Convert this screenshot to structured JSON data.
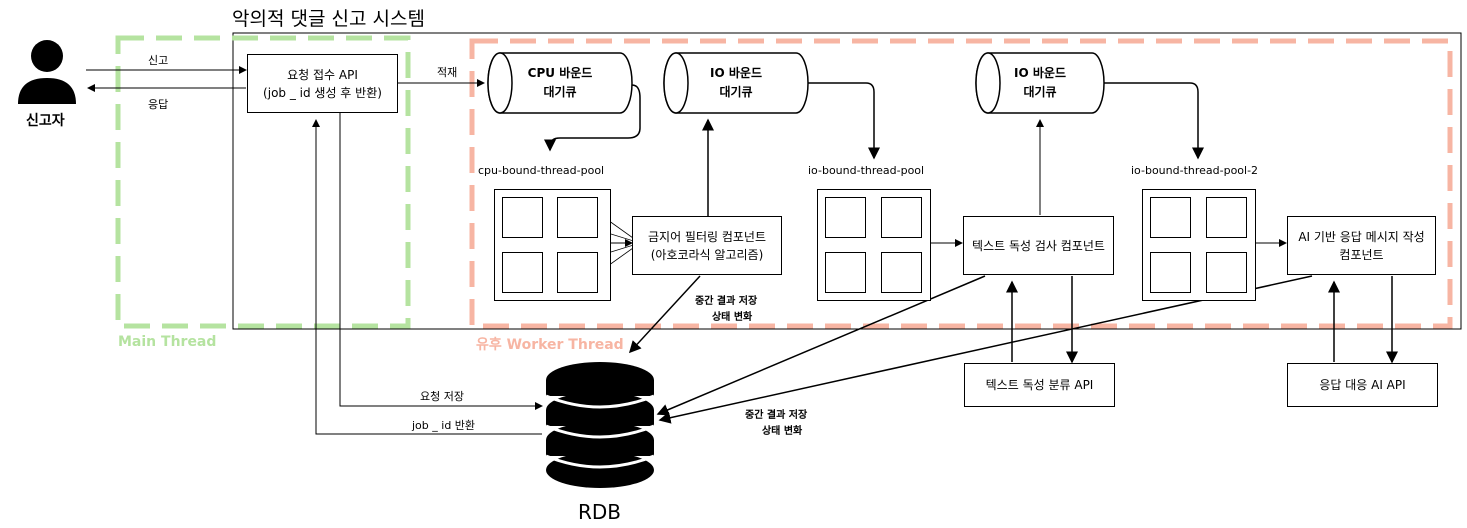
{
  "title": "악의적 댓글 신고 시스템",
  "actor": {
    "label": "신고자"
  },
  "edges": {
    "report": "신고",
    "response": "응답",
    "enqueue": "적재",
    "save_request": "요청 저장",
    "return_job_id": "job _ id 반환",
    "intermediate_1": [
      "중간 결과 저장",
      "상태 변화"
    ],
    "intermediate_2": [
      "중간 결과 저장",
      "상태 변화"
    ]
  },
  "regions": {
    "main": "Main Thread",
    "worker": "유후 Worker Thread"
  },
  "api_box": [
    "요청 접수 API",
    "(job _ id 생성 후 반환)"
  ],
  "queues": [
    {
      "lines": [
        "CPU 바운드",
        "대기큐"
      ]
    },
    {
      "lines": [
        "IO 바운드",
        "대기큐"
      ]
    },
    {
      "lines": [
        "IO 바운드",
        "대기큐"
      ]
    }
  ],
  "pools": [
    "cpu-bound-thread-pool",
    "io-bound-thread-pool",
    "io-bound-thread-pool-2"
  ],
  "components": {
    "profanity": [
      "금지어 필터링 컴포넌트",
      "(아호코라식 알고리즘)"
    ],
    "toxicity": [
      "텍스트 독성 검사 컴포넌트"
    ],
    "ai_response": [
      "AI 기반 응답 메시지 작성",
      "컴포넌트"
    ]
  },
  "external_apis": {
    "toxicity_api": "텍스트 독성 분류 API",
    "response_ai_api": "응답 대응 AI  API"
  },
  "database": {
    "label": "RDB"
  },
  "colors": {
    "main_region": "#b5e3a0",
    "worker_region": "#f7b5a3",
    "line": "#000000"
  }
}
